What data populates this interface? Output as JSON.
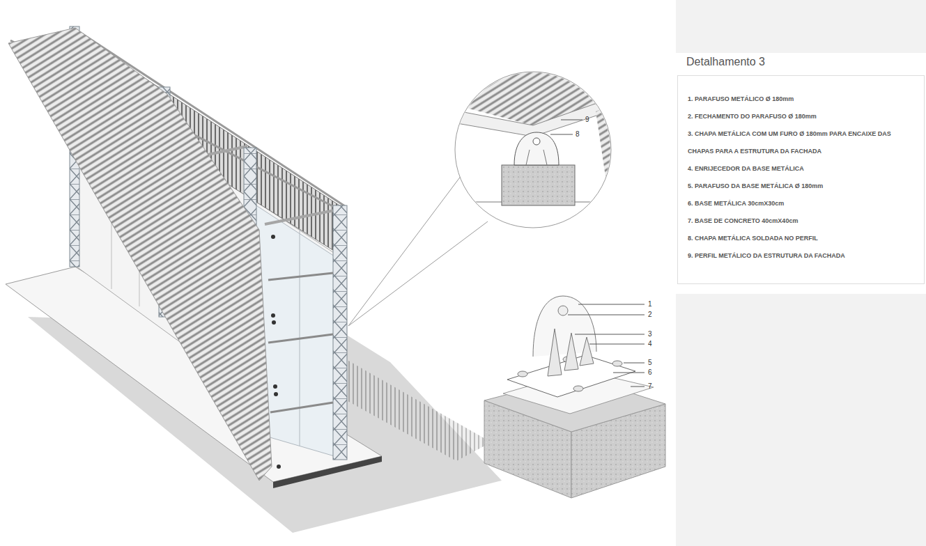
{
  "diagram": {
    "title": "Detalhamento 3",
    "nodes": [
      {
        "text": [
          "1. PARAFUSO METÁLICO Ø 180mm",
          "2. FECHAMENTO DO PARAFUSO Ø 180mm",
          "3. CHAPA METÁLICA COM UM FURO Ø 180mm PARA ENCAIXE DAS CHAPAS PARA A ESTRUTURA DA FACHADA",
          "4. ENRIJECEDOR DA BASE METÁLICA",
          "5. PARAFUSO DA BASE METÁLICA Ø 180mm",
          "6. BASE METÁLICA 30cmX30cm",
          "7. BASE DE CONCRETO 40cmX40cm",
          "8. CHAPA METÁLICA SOLDADA NO PERFIL",
          "9. PERFIL METÁLICO DA ESTRUTURA DA FACHADA"
        ]
      }
    ],
    "labels": [
      "9",
      "8",
      "1",
      "2",
      "3",
      "4",
      "5",
      "6",
      "7"
    ]
  }
}
